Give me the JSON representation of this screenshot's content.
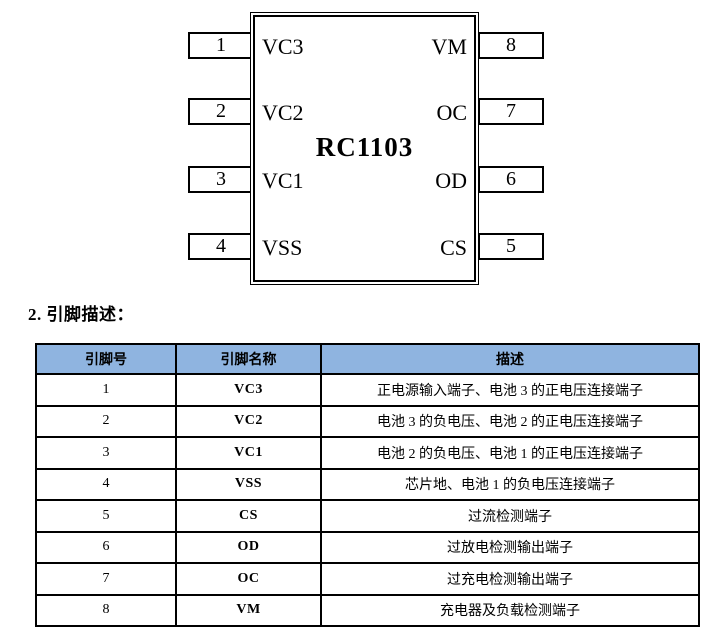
{
  "colors": {
    "table_header_bg": "#8FB4E0",
    "border": "#000000",
    "page_bg": "#FFFFFF"
  },
  "chip": {
    "label": "RC1103",
    "left_pins": [
      {
        "number": "1",
        "name": "VC3"
      },
      {
        "number": "2",
        "name": "VC2"
      },
      {
        "number": "3",
        "name": "VC1"
      },
      {
        "number": "4",
        "name": "VSS"
      }
    ],
    "right_pins": [
      {
        "number": "8",
        "name": "VM"
      },
      {
        "number": "7",
        "name": "OC"
      },
      {
        "number": "6",
        "name": "OD"
      },
      {
        "number": "5",
        "name": "CS"
      }
    ]
  },
  "section": {
    "title": "2. 引脚描述："
  },
  "table": {
    "headers": [
      "引脚号",
      "引脚名称",
      "描述"
    ],
    "rows": [
      [
        "1",
        "VC3",
        "正电源输入端子、电池 3 的正电压连接端子"
      ],
      [
        "2",
        "VC2",
        "电池 3 的负电压、电池 2 的正电压连接端子"
      ],
      [
        "3",
        "VC1",
        "电池 2 的负电压、电池 1 的正电压连接端子"
      ],
      [
        "4",
        "VSS",
        "芯片地、电池 1 的负电压连接端子"
      ],
      [
        "5",
        "CS",
        "过流检测端子"
      ],
      [
        "6",
        "OD",
        "过放电检测输出端子"
      ],
      [
        "7",
        "OC",
        "过充电检测输出端子"
      ],
      [
        "8",
        "VM",
        "充电器及负载检测端子"
      ]
    ]
  }
}
